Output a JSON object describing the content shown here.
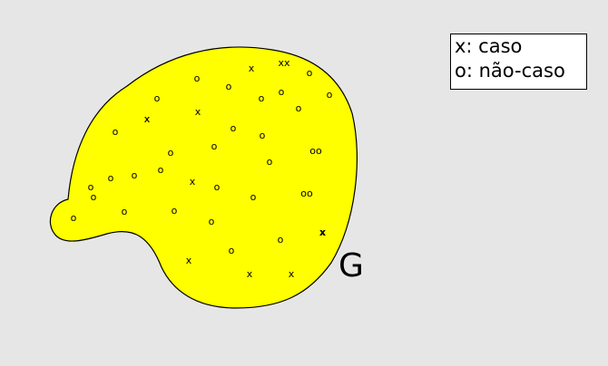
{
  "legend": {
    "case_entry": "x: caso",
    "noncase_entry": "o: não-caso"
  },
  "region": {
    "label": "G",
    "fill_color": "#ffff00",
    "outline_color": "#000000"
  },
  "background_color": "#e6e6e6",
  "markers": [
    "x",
    "xx",
    "o",
    "o",
    "o",
    "o",
    "o",
    "o",
    "o",
    "o",
    "o",
    "x",
    "x",
    "o",
    "o",
    "o",
    "o",
    "o",
    "oo",
    "o",
    "o",
    "o",
    "o",
    "o",
    "x",
    "o",
    "o",
    "oo",
    "o",
    "x",
    "o",
    "o",
    "o",
    "o",
    "x",
    "o",
    "x",
    "x",
    "x",
    "x"
  ]
}
